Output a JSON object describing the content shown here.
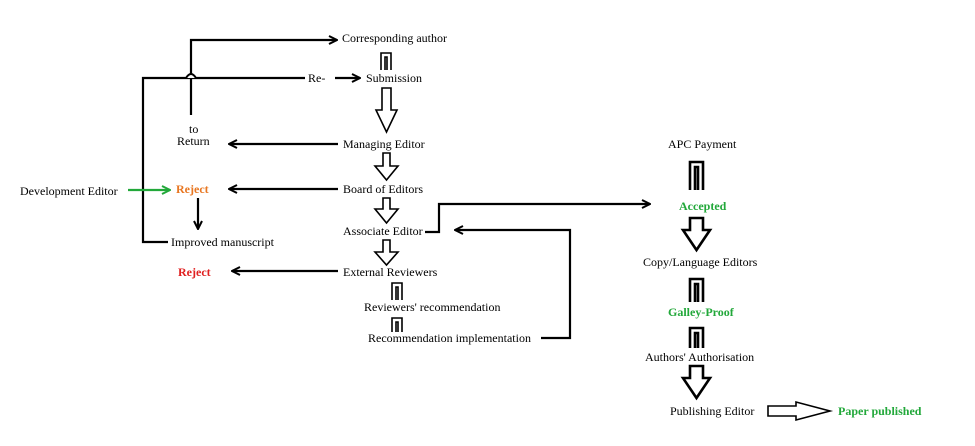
{
  "colors": {
    "accent_green": "#22a83a",
    "reject_orange": "#e87722",
    "reject_red": "#e02020",
    "ink": "#000000"
  },
  "nodes": {
    "corresponding_author": "Corresponding author",
    "re_prefix": "Re-",
    "submission": "Submission",
    "return_to_line1": "to",
    "return_to_line2": "Return",
    "managing_editor": "Managing Editor",
    "development_editor": "Development Editor",
    "reject_1": "Reject",
    "board_of_editors": "Board of Editors",
    "associate_editor": "Associate Editor",
    "improved_manuscript": "Improved manuscript",
    "reject_2": "Reject",
    "external_reviewers": "External Reviewers",
    "reviewers_recommendation": "Reviewers' recommendation",
    "recommendation_implementation": "Recommendation implementation",
    "apc_payment": "APC Payment",
    "accepted": "Accepted",
    "copy_language_editors": "Copy/Language Editors",
    "galley_proof": "Galley-Proof",
    "authors_authorisation": "Authors' Authorisation",
    "publishing_editor": "Publishing Editor",
    "paper_published": "Paper published"
  }
}
